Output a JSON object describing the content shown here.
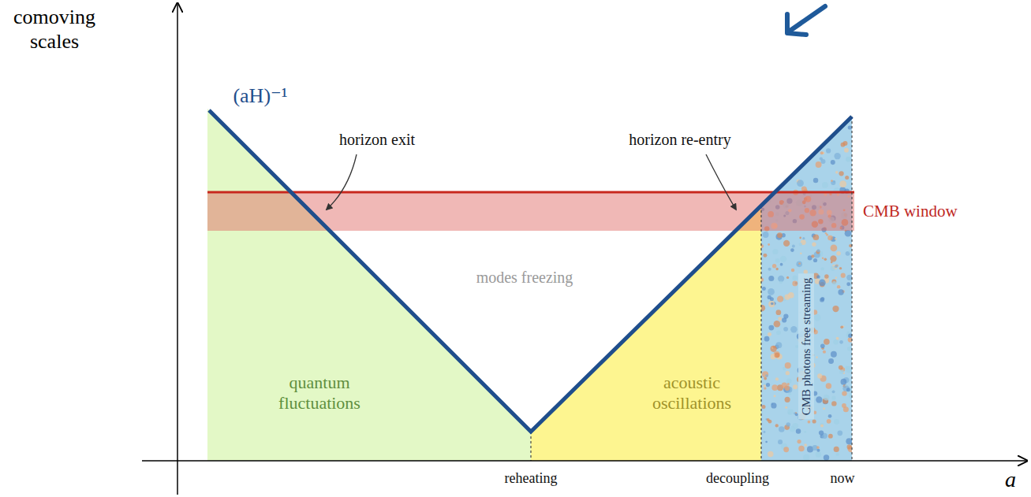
{
  "diagram": {
    "labels": [
      "comoving scales",
      "(aH)⁻¹",
      "horizon exit",
      "horizon re-entry",
      "CMB window",
      "modes freezing",
      "quantum fluctuations",
      "acoustic oscillations",
      "CMB photons free streaming",
      "reheating",
      "decoupling",
      "now",
      "a"
    ]
  }
}
